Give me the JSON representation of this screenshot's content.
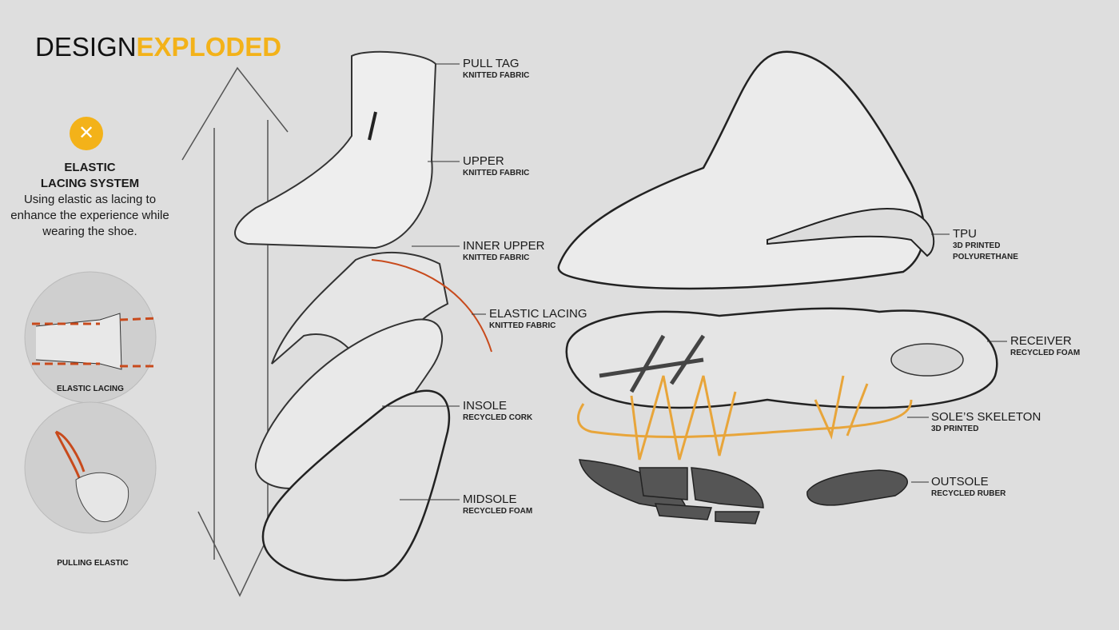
{
  "title": {
    "part1": "DESIGN",
    "part2": "EXPLODED"
  },
  "feature": {
    "icon": "tools-icon",
    "heading_line1": "ELASTIC",
    "heading_line2": "LACING SYSTEM",
    "description": "Using elastic as lacing to enhance the experience while wearing the shoe.",
    "accent": "#f3b219"
  },
  "insets": [
    {
      "caption": "ELASTIC LACING"
    },
    {
      "caption": "PULLING ELASTIC"
    }
  ],
  "labels": [
    {
      "name": "PULL TAG",
      "material": "KNITTED FABRIC"
    },
    {
      "name": "UPPER",
      "material": "KNITTED FABRIC"
    },
    {
      "name": "INNER UPPER",
      "material": "KNITTED FABRIC"
    },
    {
      "name": "ELASTIC LACING",
      "material": "KNITTED FABRIC"
    },
    {
      "name": "INSOLE",
      "material": "RECYCLED CORK"
    },
    {
      "name": "MIDSOLE",
      "material": "RECYCLED FOAM"
    },
    {
      "name": "TPU",
      "material": "3D PRINTED",
      "material2": "POLYURETHANE"
    },
    {
      "name": "RECEIVER",
      "material": "RECYCLED FOAM"
    },
    {
      "name": "SOLE’S SKELETON",
      "material": "3D PRINTED"
    },
    {
      "name": "OUTSOLE",
      "material": "RECYCLED RUBER"
    }
  ]
}
